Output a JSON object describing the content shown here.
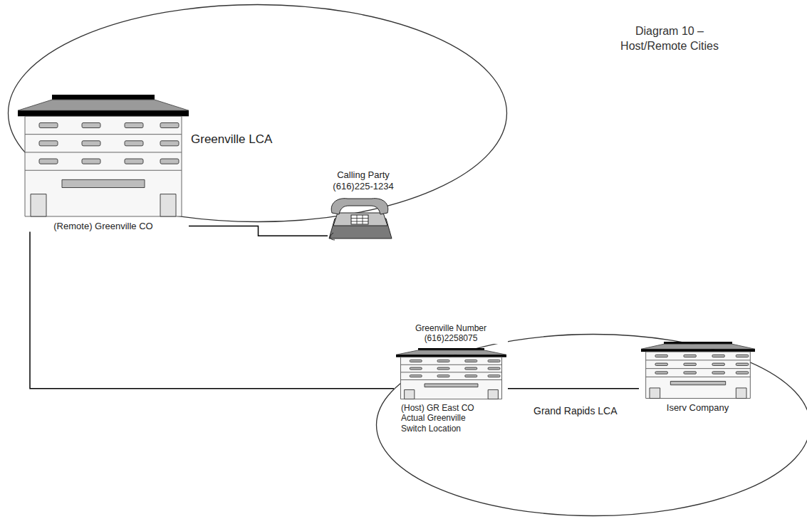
{
  "diagram": {
    "title": "Diagram 10 – Host/Remote Cities",
    "nodes": [
      {
        "text": [
          "Greenville LCA"
        ]
      },
      {
        "text": [
          "(Remote) Greenville CO"
        ],
        "in": 0
      },
      {
        "text": [
          "Calling Party (616)225-1234"
        ],
        "in": 0
      },
      {
        "text": [
          "Grand Rapids LCA"
        ]
      },
      {
        "text": [
          "Greenville Number (616)2258075",
          "(Host) GR East CO Actual Greenville Switch Location"
        ],
        "in": 3
      },
      {
        "text": [
          "Iserv Company"
        ],
        "in": 3
      }
    ],
    "edges": [
      {
        "from": 1,
        "to": 2,
        "arrow": "none"
      },
      {
        "from": 1,
        "to": 4,
        "arrow": "none"
      },
      {
        "from": 4,
        "to": 5,
        "arrow": "none"
      }
    ]
  }
}
